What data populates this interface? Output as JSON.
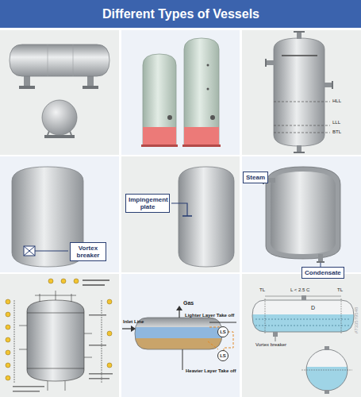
{
  "diagram": {
    "title": "Different Types of Vessels",
    "nodes": [
      {
        "text": [
          "Vortex breaker"
        ]
      },
      {
        "text": [
          "Impingement plate"
        ]
      },
      {
        "text": [
          "Steam"
        ]
      },
      {
        "text": [
          "Condensate"
        ]
      },
      {
        "text": [
          "LS"
        ]
      },
      {
        "text": [
          "LS"
        ]
      }
    ],
    "labels": [
      "HLL",
      "LLL",
      "BTL",
      "Gas",
      "Inlet Line",
      "Lighter Layer Take off",
      "Heavier Layer Take off",
      "TL",
      "TL",
      "L < 2.5 C",
      "D",
      "Vortex breaker",
      "#733579548"
    ]
  }
}
